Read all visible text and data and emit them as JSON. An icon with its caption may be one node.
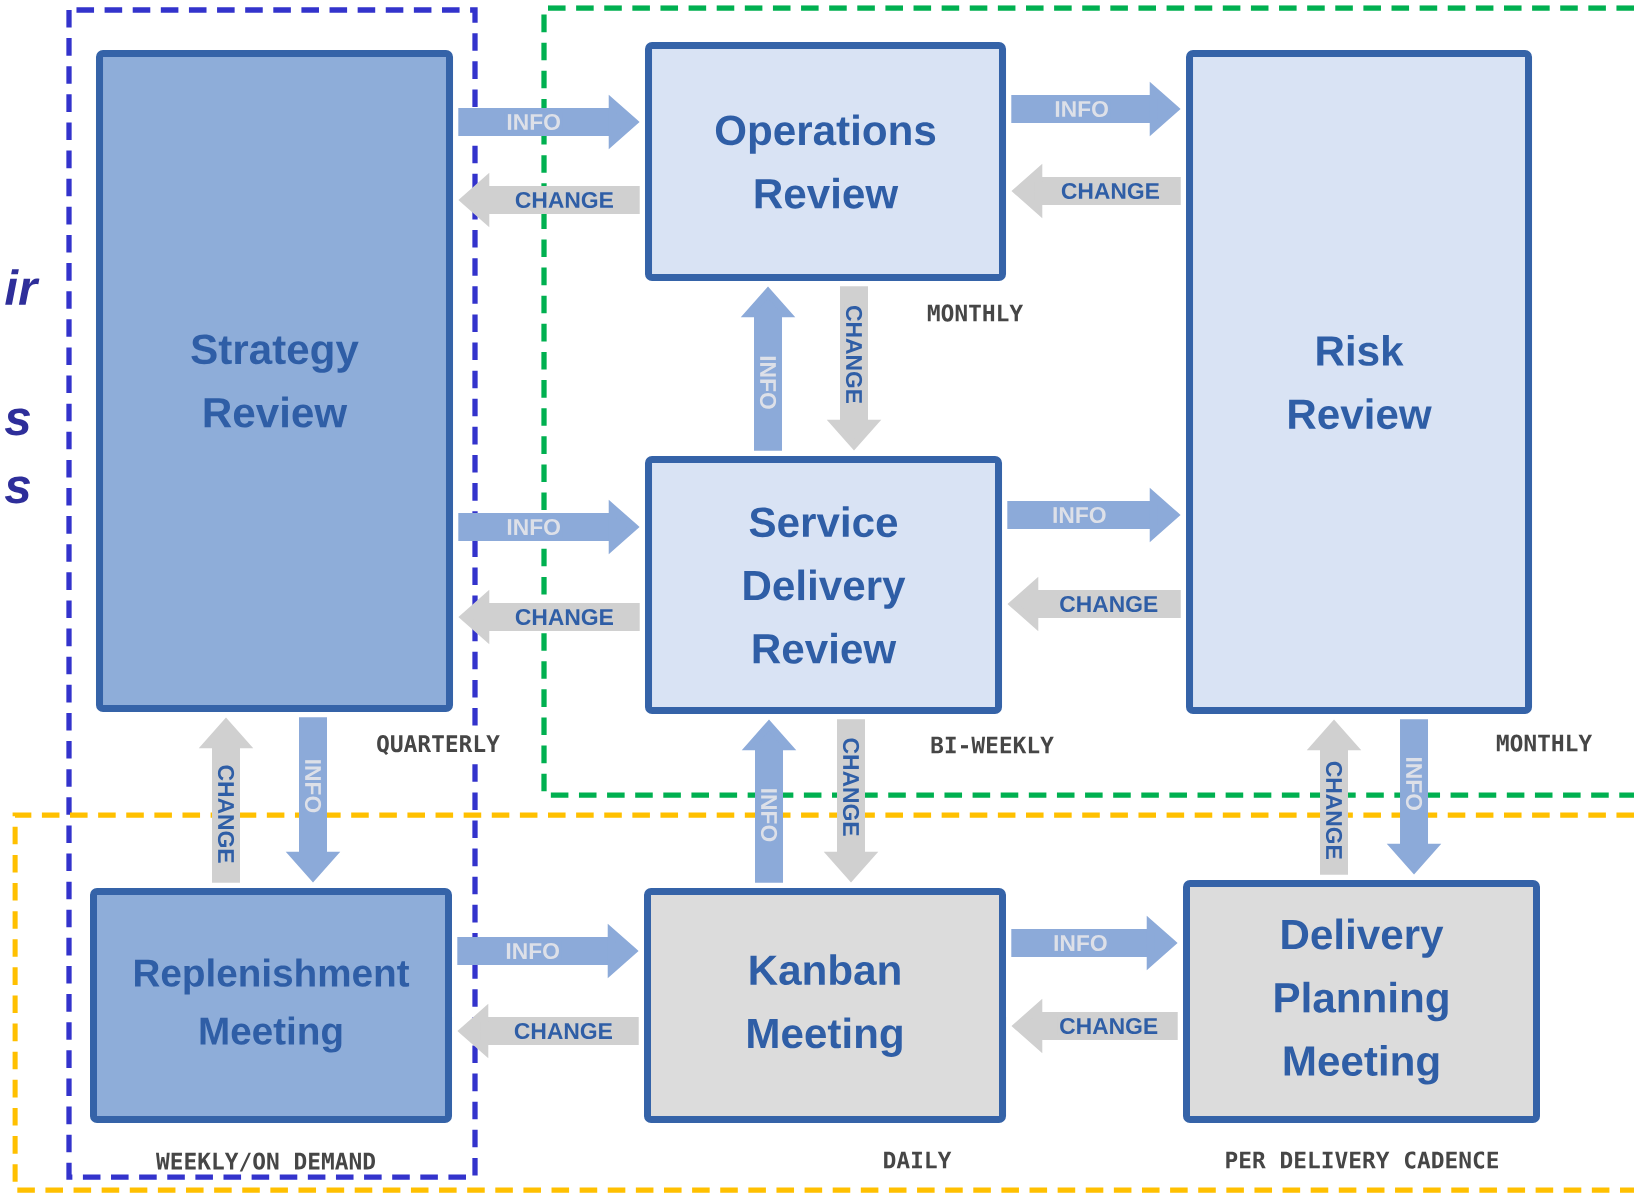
{
  "diagram": {
    "nodes": [
      {
        "text": [
          "Strategy Review"
        ],
        "beside": [
          "QUARTERLY"
        ]
      },
      {
        "text": [
          "Operations Review"
        ],
        "beside": [
          "MONTHLY"
        ]
      },
      {
        "text": [
          "Risk Review"
        ],
        "beside": [
          "MONTHLY"
        ]
      },
      {
        "text": [
          "Service Delivery Review"
        ],
        "beside": [
          "BI-WEEKLY"
        ]
      },
      {
        "text": [
          "Replenishment Meeting"
        ],
        "beside": [
          "WEEKLY/ON DEMAND"
        ]
      },
      {
        "text": [
          "Kanban Meeting"
        ],
        "beside": [
          "DAILY"
        ]
      },
      {
        "text": [
          "Delivery Planning Meeting"
        ],
        "beside": [
          "PER DELIVERY CADENCE"
        ]
      }
    ],
    "edges": [
      {
        "from": 0,
        "to": 1,
        "arrow": "to",
        "label": "INFO",
        "color": "#8caad9"
      },
      {
        "from": 1,
        "to": 0,
        "arrow": "to",
        "label": "CHANGE",
        "color": "#d0d0d0"
      },
      {
        "from": 1,
        "to": 2,
        "arrow": "to",
        "label": "INFO",
        "color": "#8caad9"
      },
      {
        "from": 2,
        "to": 1,
        "arrow": "to",
        "label": "CHANGE",
        "color": "#d0d0d0"
      },
      {
        "from": 3,
        "to": 1,
        "arrow": "to",
        "label": "INFO",
        "color": "#8caad9"
      },
      {
        "from": 1,
        "to": 3,
        "arrow": "to",
        "label": "CHANGE",
        "color": "#d0d0d0"
      },
      {
        "from": 0,
        "to": 3,
        "arrow": "to",
        "label": "INFO",
        "color": "#8caad9"
      },
      {
        "from": 3,
        "to": 0,
        "arrow": "to",
        "label": "CHANGE",
        "color": "#d0d0d0"
      },
      {
        "from": 3,
        "to": 2,
        "arrow": "to",
        "label": "INFO",
        "color": "#8caad9"
      },
      {
        "from": 2,
        "to": 3,
        "arrow": "to",
        "label": "CHANGE",
        "color": "#d0d0d0"
      },
      {
        "from": 4,
        "to": 0,
        "arrow": "to",
        "label": "CHANGE",
        "color": "#d0d0d0"
      },
      {
        "from": 0,
        "to": 4,
        "arrow": "to",
        "label": "INFO",
        "color": "#8caad9"
      },
      {
        "from": 5,
        "to": 3,
        "arrow": "to",
        "label": "INFO",
        "color": "#8caad9"
      },
      {
        "from": 3,
        "to": 5,
        "arrow": "to",
        "label": "CHANGE",
        "color": "#d0d0d0"
      },
      {
        "from": 6,
        "to": 2,
        "arrow": "to",
        "label": "CHANGE",
        "color": "#d0d0d0"
      },
      {
        "from": 2,
        "to": 6,
        "arrow": "to",
        "label": "INFO",
        "color": "#8caad9"
      },
      {
        "from": 4,
        "to": 5,
        "arrow": "to",
        "label": "INFO",
        "color": "#8caad9"
      },
      {
        "from": 5,
        "to": 4,
        "arrow": "to",
        "label": "CHANGE",
        "color": "#d0d0d0"
      },
      {
        "from": 5,
        "to": 6,
        "arrow": "to",
        "label": "INFO",
        "color": "#8caad9"
      },
      {
        "from": 6,
        "to": 5,
        "arrow": "to",
        "label": "CHANGE",
        "color": "#d0d0d0"
      }
    ],
    "labels": [
      "ir",
      "s",
      "s"
    ]
  }
}
